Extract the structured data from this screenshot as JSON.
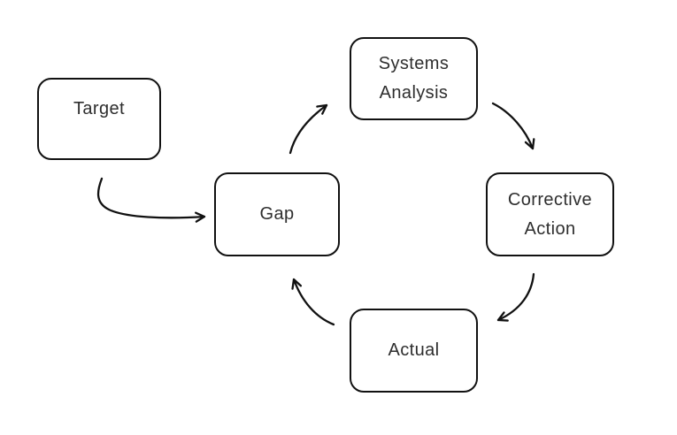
{
  "diagram": {
    "type": "cycle-flowchart",
    "background_color": "#ffffff",
    "stroke_color": "#111111",
    "text_color": "#2e2e2e",
    "nodes": [
      {
        "id": "target",
        "label": "Target",
        "lines": [
          "Target"
        ]
      },
      {
        "id": "gap",
        "label": "Gap",
        "lines": [
          "Gap"
        ]
      },
      {
        "id": "systems-analysis",
        "label": "Systems Analysis",
        "lines": [
          "Systems",
          "Analysis"
        ]
      },
      {
        "id": "corrective-action",
        "label": "Corrective Action",
        "lines": [
          "Corrective",
          "Action"
        ]
      },
      {
        "id": "actual",
        "label": "Actual",
        "lines": [
          "Actual"
        ]
      }
    ],
    "connectors": [
      {
        "id": "target-to-gap",
        "from": "Target",
        "to": "Gap"
      },
      {
        "id": "gap-to-systems-analysis",
        "from": "Gap",
        "to": "Systems Analysis"
      },
      {
        "id": "systems-analysis-to-corrective-action",
        "from": "Systems Analysis",
        "to": "Corrective Action"
      },
      {
        "id": "corrective-action-to-actual",
        "from": "Corrective Action",
        "to": "Actual"
      },
      {
        "id": "actual-to-gap",
        "from": "Actual",
        "to": "Gap"
      }
    ]
  }
}
